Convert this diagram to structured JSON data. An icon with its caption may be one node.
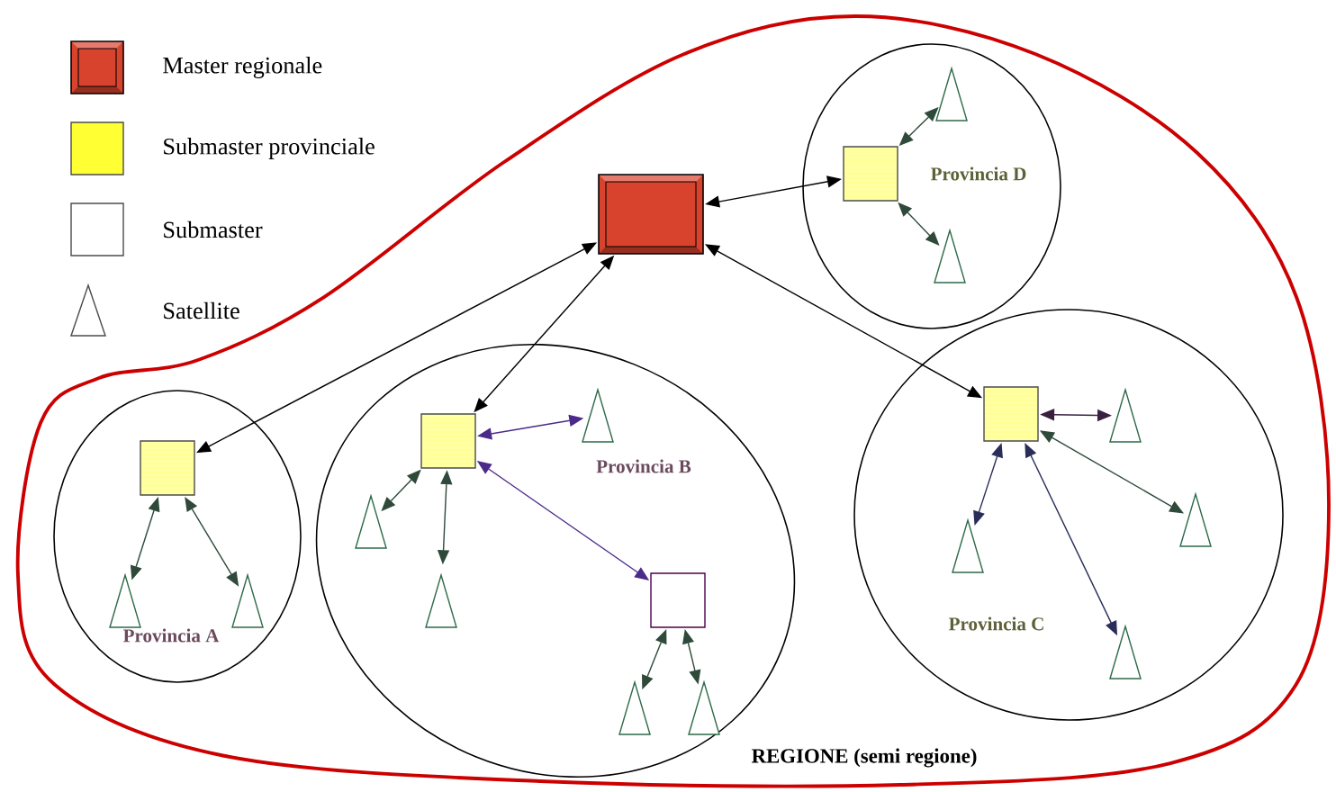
{
  "diagram": {
    "nodes": [
      {
        "text": [
          "REGIONE (semi regione)"
        ]
      },
      {
        "text": [],
        "shape": "box",
        "in": 0
      },
      {
        "text": [
          "Provincia A"
        ],
        "in": 0
      },
      {
        "text": [],
        "shape": "box",
        "in": 2
      },
      {
        "text": [],
        "shape": "triangle",
        "in": 2
      },
      {
        "text": [],
        "shape": "triangle",
        "in": 2
      },
      {
        "text": [
          "Provincia B"
        ],
        "in": 0
      },
      {
        "text": [],
        "shape": "box",
        "in": 6
      },
      {
        "text": [],
        "shape": "triangle",
        "in": 6
      },
      {
        "text": [],
        "shape": "triangle",
        "in": 6
      },
      {
        "text": [],
        "shape": "triangle",
        "in": 6
      },
      {
        "text": [],
        "shape": "box",
        "in": 6
      },
      {
        "text": [],
        "shape": "triangle",
        "in": 6
      },
      {
        "text": [],
        "shape": "triangle",
        "in": 6
      },
      {
        "text": [
          "Provincia C"
        ],
        "in": 0
      },
      {
        "text": [],
        "shape": "box",
        "in": 14
      },
      {
        "text": [],
        "shape": "triangle",
        "in": 14
      },
      {
        "text": [],
        "shape": "triangle",
        "in": 14
      },
      {
        "text": [],
        "shape": "triangle",
        "in": 14
      },
      {
        "text": [],
        "shape": "triangle",
        "in": 14
      },
      {
        "text": [
          "Provincia D"
        ],
        "in": 0
      },
      {
        "text": [],
        "shape": "box",
        "in": 20
      },
      {
        "text": [],
        "shape": "triangle",
        "in": 20
      },
      {
        "text": [],
        "shape": "triangle",
        "in": 20
      }
    ],
    "edges": [
      {
        "from": 1,
        "to": 3,
        "arrow": "both",
        "color": "#000000"
      },
      {
        "from": 1,
        "to": 7,
        "arrow": "both",
        "color": "#000000"
      },
      {
        "from": 1,
        "to": 15,
        "arrow": "both",
        "color": "#000000"
      },
      {
        "from": 1,
        "to": 21,
        "arrow": "both",
        "color": "#000000"
      },
      {
        "from": 3,
        "to": 4,
        "arrow": "both"
      },
      {
        "from": 3,
        "to": 5,
        "arrow": "both"
      },
      {
        "from": 7,
        "to": 8,
        "arrow": "both",
        "color": "#4b2a8a"
      },
      {
        "from": 7,
        "to": 9,
        "arrow": "both"
      },
      {
        "from": 7,
        "to": 10,
        "arrow": "both"
      },
      {
        "from": 7,
        "to": 11,
        "arrow": "both",
        "color": "#4b2a8a"
      },
      {
        "from": 11,
        "to": 12,
        "arrow": "both"
      },
      {
        "from": 11,
        "to": 13,
        "arrow": "both"
      },
      {
        "from": 15,
        "to": 16,
        "arrow": "both",
        "color": "#3a2040"
      },
      {
        "from": 15,
        "to": 17,
        "arrow": "both",
        "color": "#2a2d5a"
      },
      {
        "from": 15,
        "to": 18,
        "arrow": "both"
      },
      {
        "from": 15,
        "to": 19,
        "arrow": "both",
        "color": "#2a2d5a"
      },
      {
        "from": 21,
        "to": 22,
        "arrow": "both"
      },
      {
        "from": 21,
        "to": 23,
        "arrow": "both"
      }
    ],
    "legend": [
      {
        "text": "Master regionale",
        "color": "#d8432e"
      },
      {
        "text": "Submaster provinciale",
        "color": "#ffff33"
      },
      {
        "text": "Submaster"
      },
      {
        "text": "Satellite"
      }
    ]
  }
}
